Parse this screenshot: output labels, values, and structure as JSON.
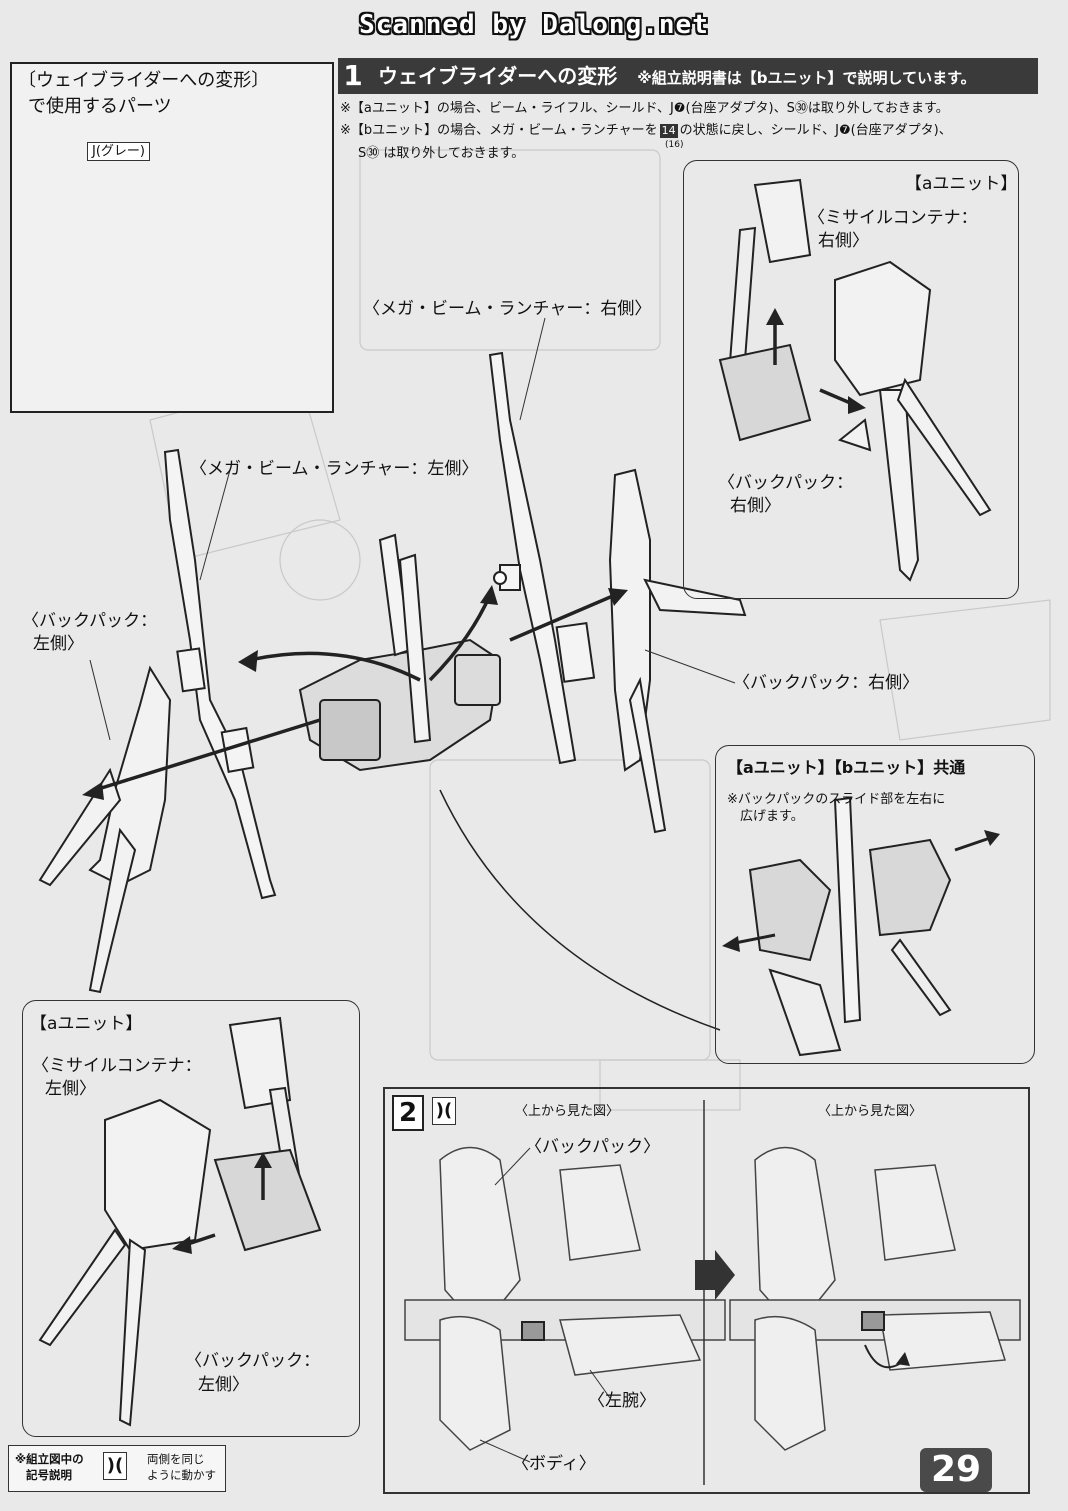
{
  "watermark": "Scanned by Dalong.net",
  "parts_box": {
    "title_line1": "〔ウェイブライダーへの変形〕",
    "title_line2": "で使用するパーツ",
    "runner_label": "J(グレー)"
  },
  "step1": {
    "number": "1",
    "title": "ウェイブライダーへの変形",
    "note": "※組立説明書は【bユニット】で説明しています。",
    "instructions": [
      "※【aユニット】の場合、ビーム・ライフル、シールド、J❼(台座アダプタ)、S㉚は取り外しておきます。",
      "※【bユニット】の場合、メガ・ビーム・ランチャーを",
      "の状態に戻し、シールド、J❼(台座アダプタ)、",
      "S㉚ は取り外しておきます。"
    ],
    "step_ref": "14",
    "step_ref_sub": "(16)"
  },
  "labels": {
    "launcher_right": "〈メガ・ビーム・ランチャー：右側〉",
    "launcher_left": "〈メガ・ビーム・ランチャー：左側〉",
    "backpack_left_1": "〈バックパック：",
    "backpack_left_2": "左側〉",
    "backpack_right": "〈バックパック：右側〉"
  },
  "inset_a_right": {
    "title": "【aユニット】",
    "missile_1": "〈ミサイルコンテナ：",
    "missile_2": "右側〉",
    "backpack_1": "〈バックパック：",
    "backpack_2": "右側〉"
  },
  "inset_common": {
    "title": "【aユニット】【bユニット】共通",
    "note_1": "※バックパックのスライド部を左右に",
    "note_2": "広げます。"
  },
  "inset_a_left": {
    "title": "【aユニット】",
    "missile_1": "〈ミサイルコンテナ：",
    "missile_2": "左側〉",
    "backpack_1": "〈バックパック：",
    "backpack_2": "左側〉"
  },
  "step2": {
    "number": "2",
    "view_left": "〈上から見た図〉",
    "view_right": "〈上から見た図〉",
    "backpack": "〈バックパック〉",
    "left_arm": "〈左腕〉",
    "body": "〈ボディ〉"
  },
  "legend": {
    "title_1": "※組立図中の",
    "title_2": "記号説明",
    "desc_1": "両側を同じ",
    "desc_2": "ように動かす"
  },
  "page_number": "29"
}
